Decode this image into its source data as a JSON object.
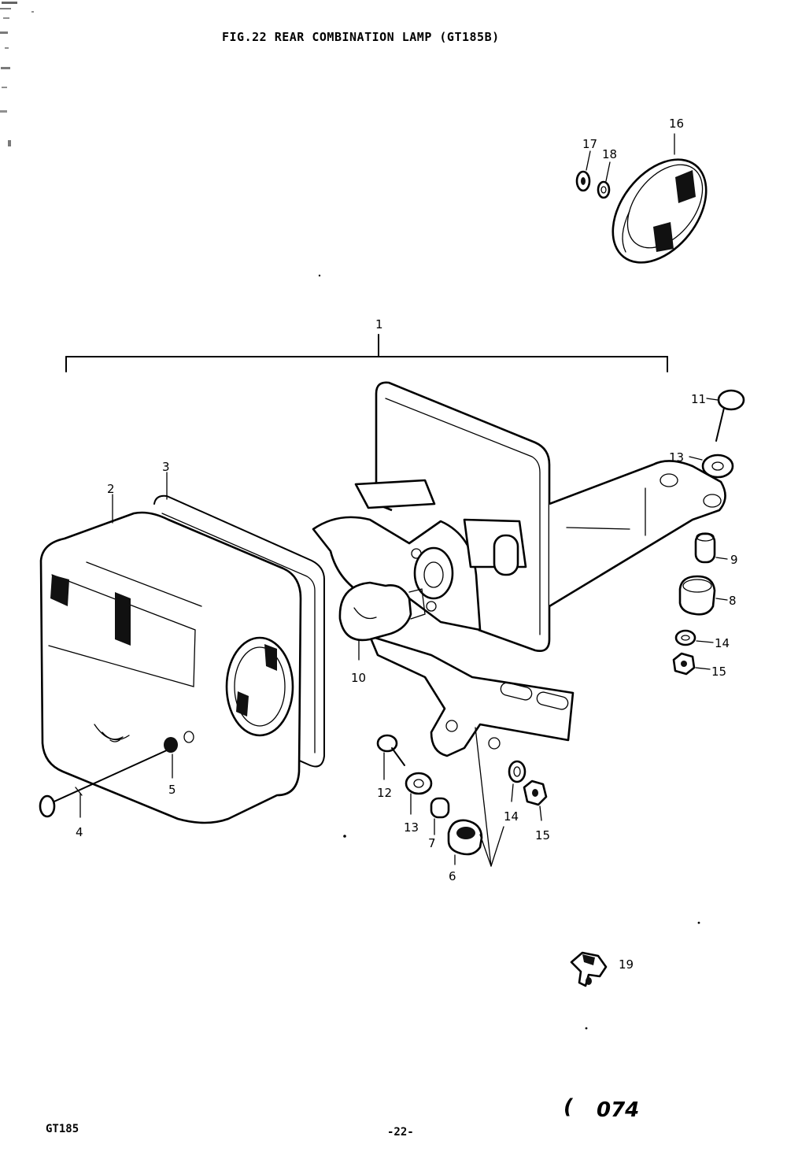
{
  "title": "FIG.22  REAR COMBINATION LAMP (GT185B)",
  "callouts": {
    "c1": "1",
    "c2": "2",
    "c3": "3",
    "c4": "4",
    "c5": "5",
    "c6": "6",
    "c7": "7",
    "c8": "8",
    "c9": "9",
    "c10": "10",
    "c11": "11",
    "c12": "12",
    "c13a": "13",
    "c13b": "13",
    "c14a": "14",
    "c14b": "14",
    "c15a": "15",
    "c15b": "15",
    "c16": "16",
    "c17": "17",
    "c18": "18",
    "c19": "19"
  },
  "footer": {
    "model": "GT185",
    "page": "-22-",
    "code": "074",
    "code_prefix": "("
  }
}
